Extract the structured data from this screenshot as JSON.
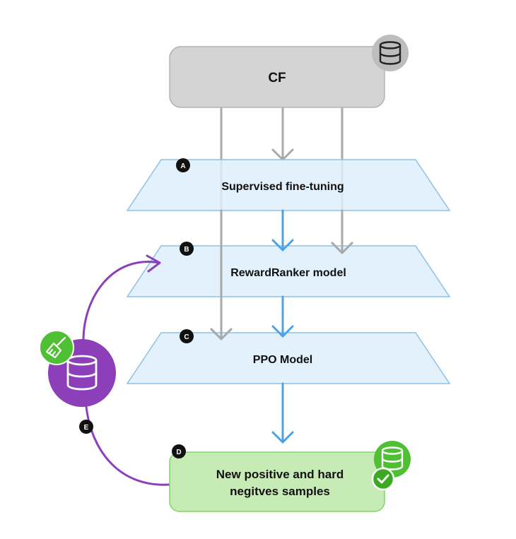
{
  "nodes": {
    "cf": {
      "label": "CF"
    },
    "sft": {
      "label": "Supervised fine-tuning",
      "badge": "A"
    },
    "rr": {
      "label": "RewardRanker model",
      "badge": "B"
    },
    "ppo": {
      "label": "PPO Model",
      "badge": "C"
    },
    "output": {
      "line1": "New positive and hard",
      "line2": "negitves samples",
      "badge": "D"
    }
  },
  "edges": {
    "feedback_badge": "E"
  },
  "icons": {
    "cf": "database-icon",
    "cleaning": "broom-icon",
    "store": "database-icon",
    "output": "database-check-icon"
  },
  "colors": {
    "gray_box": "#d4d4d4",
    "gray_arrow": "#a9a9a9",
    "blue_fill": "#ddeefb",
    "blue_stroke": "#8ec1e8",
    "blue_arrow": "#4aa2e9",
    "green_box": "#c7ebb5",
    "green_stroke": "#7ed467",
    "green_icon": "#4fbf33",
    "purple": "#8c3fb8",
    "black_badge": "#111111"
  }
}
